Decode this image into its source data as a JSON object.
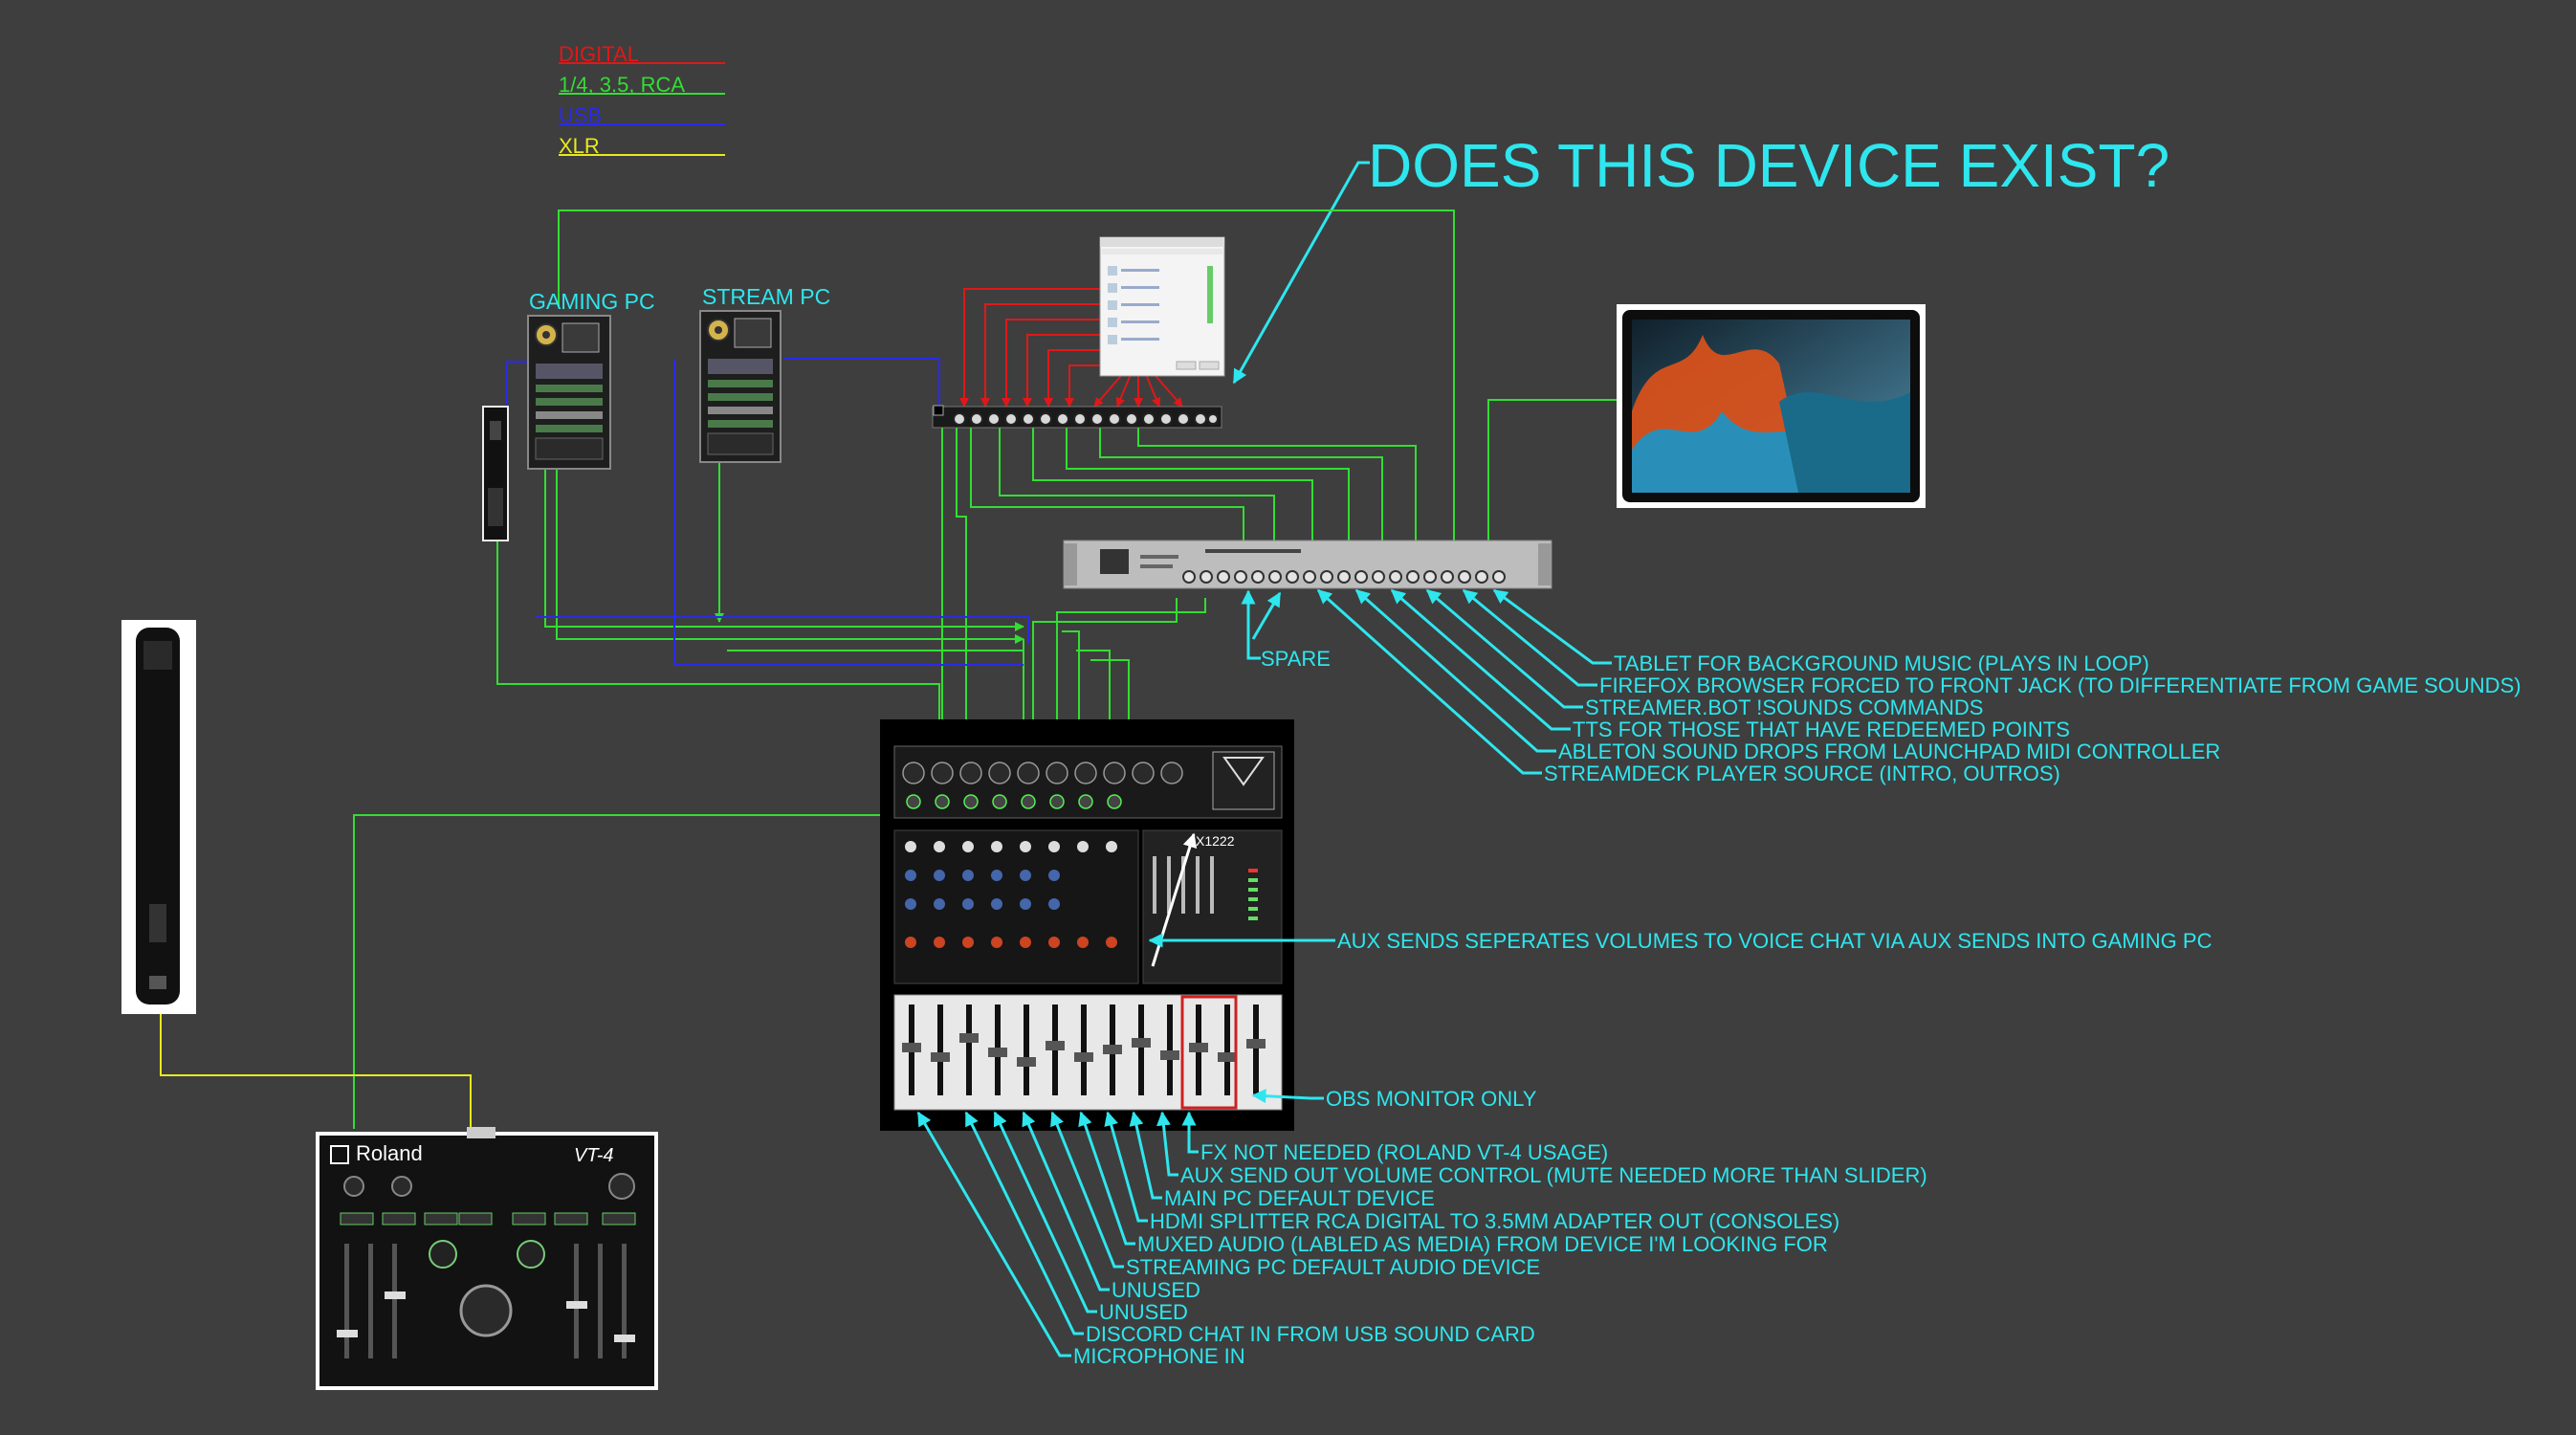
{
  "title": "DOES THIS DEVICE EXIST?",
  "colors": {
    "background": "#3e3e3e",
    "label": "#2ee6ee",
    "digital": "#e01818",
    "analog": "#33dd33",
    "usb": "#2a2aee",
    "xlr": "#e8e820"
  },
  "legend": [
    {
      "label": "DIGITAL",
      "color": "#e01818"
    },
    {
      "label": "1/4, 3.5, RCA",
      "color": "#33dd33"
    },
    {
      "label": "USB",
      "color": "#2a2aee"
    },
    {
      "label": "XLR",
      "color": "#e8e820"
    }
  ],
  "devices": {
    "gaming_pc": "GAMING PC",
    "stream_pc": "STREAM PC",
    "roland_brand": "Roland",
    "roland_model": "VT-4",
    "mixer_model": "X1222"
  },
  "icons": {
    "gaming_pc": "pc-tower-icon",
    "stream_pc": "pc-tower-icon",
    "usb_sound_card": "usb-dongle-icon",
    "microphone": "microphone-icon",
    "tablet": "tablet-icon",
    "audio_router": "software-window-icon",
    "patch_bay": "patch-bay-icon",
    "rack_unit": "rack-unit-icon",
    "mixer": "mixer-icon",
    "voice_transformer": "voice-transformer-icon"
  },
  "labels": {
    "spare": "SPARE",
    "rack_inputs": [
      "TABLET FOR BACKGROUND MUSIC (PLAYS IN LOOP)",
      "FIREFOX BROWSER FORCED TO FRONT JACK (TO DIFFERENTIATE FROM GAME SOUNDS)",
      "STREAMER.BOT !SOUNDS COMMANDS",
      "TTS FOR THOSE THAT HAVE REDEEMED POINTS",
      "ABLETON SOUND DROPS FROM LAUNCHPAD MIDI CONTROLLER",
      "STREAMDECK PLAYER SOURCE (INTRO, OUTROS)"
    ],
    "aux_sends": "AUX SENDS SEPERATES VOLUMES TO VOICE CHAT VIA AUX SENDS INTO GAMING PC",
    "obs_monitor": "OBS MONITOR ONLY",
    "mixer_channels": [
      "FX NOT NEEDED (ROLAND VT-4 USAGE)",
      "AUX SEND OUT VOLUME CONTROL (MUTE NEEDED MORE THAN  SLIDER)",
      "MAIN PC DEFAULT DEVICE",
      "HDMI SPLITTER RCA DIGITAL TO 3.5MM ADAPTER OUT (CONSOLES)",
      "MUXED AUDIO (LABLED AS MEDIA) FROM DEVICE I'M LOOKING FOR",
      "STREAMING PC DEFAULT AUDIO DEVICE",
      "UNUSED",
      "UNUSED",
      "DISCORD CHAT IN FROM USB SOUND CARD",
      "MICROPHONE IN"
    ]
  }
}
